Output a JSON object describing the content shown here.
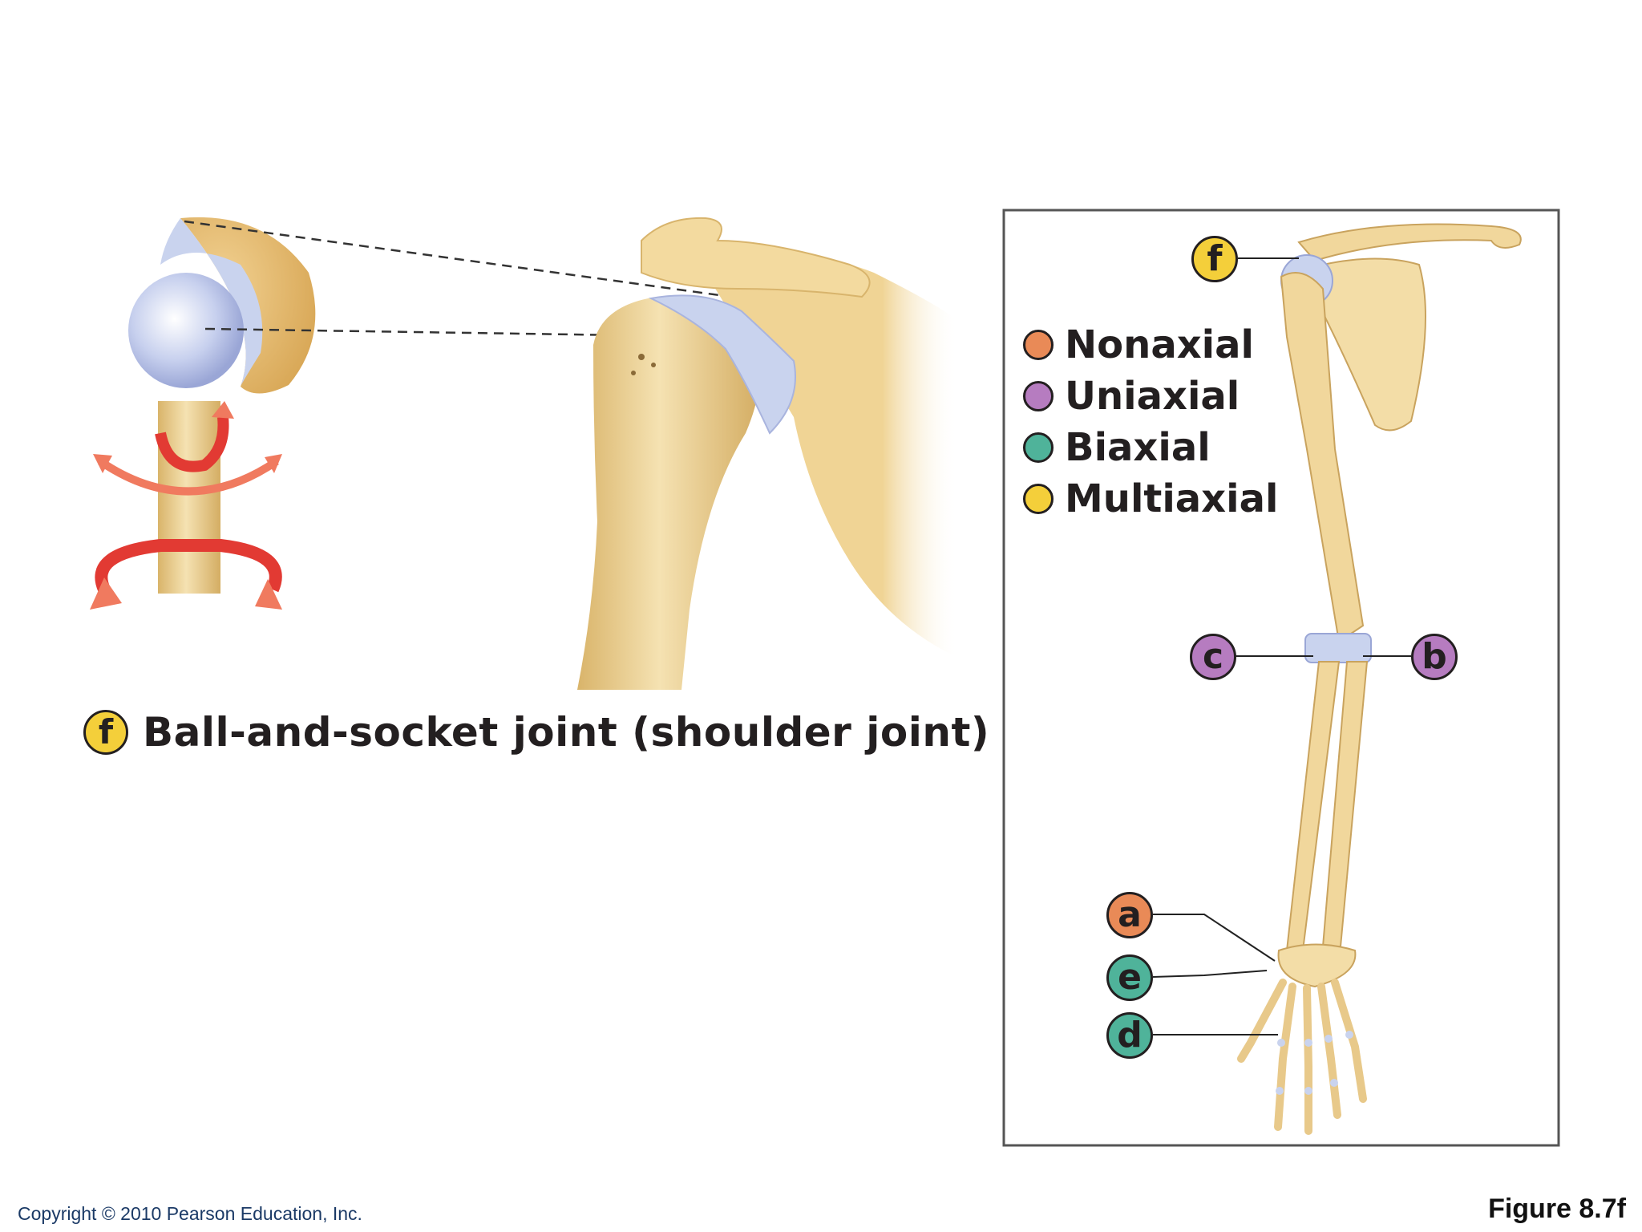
{
  "caption": {
    "letter": "f",
    "text": "Ball-and-socket joint (shoulder joint)"
  },
  "legend": [
    {
      "label": "Nonaxial",
      "color": "#e98a57"
    },
    {
      "label": "Uniaxial",
      "color": "#b67cc0"
    },
    {
      "label": "Biaxial",
      "color": "#4fb39a"
    },
    {
      "label": "Multiaxial",
      "color": "#f4cf3a"
    }
  ],
  "joint_tags": {
    "f": {
      "letter": "f",
      "color": "#f4cf3a"
    },
    "c": {
      "letter": "c",
      "color": "#b67cc0"
    },
    "b": {
      "letter": "b",
      "color": "#b67cc0"
    },
    "a": {
      "letter": "a",
      "color": "#e98a57"
    },
    "e": {
      "letter": "e",
      "color": "#4fb39a"
    },
    "d": {
      "letter": "d",
      "color": "#4fb39a"
    }
  },
  "colors": {
    "bone": "#f1d79c",
    "bone_shade": "#d9b46a",
    "cartilage": "#c9d3ee",
    "arrow": "#e23a33"
  },
  "footer": {
    "copyright": "Copyright © 2010 Pearson Education, Inc.",
    "figure": "Figure 8.7f"
  }
}
